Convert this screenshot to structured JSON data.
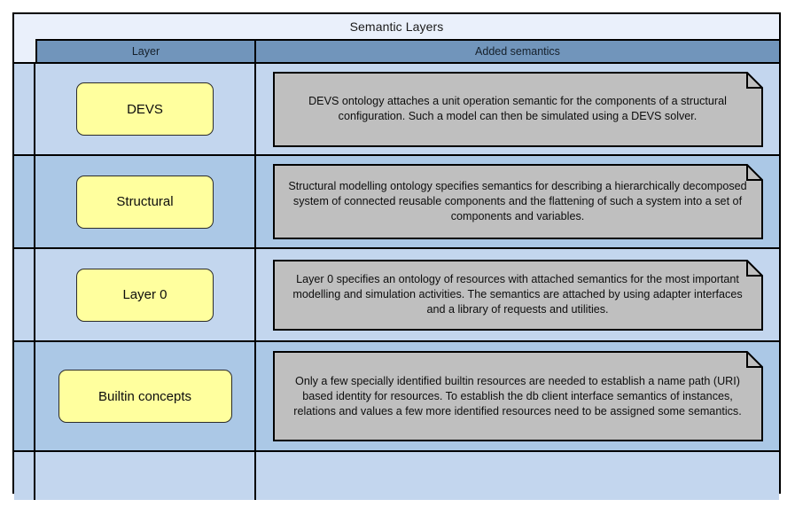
{
  "diagram": {
    "title": "Semantic Layers",
    "columns": {
      "layer": "Layer",
      "added_semantics": "Added semantics"
    },
    "colors": {
      "frame_border": "#000000",
      "title_band": "#eaf0fb",
      "header_blue": "#7195bb",
      "row_shade_light": "#c3d6ee",
      "row_shade_dark": "#abc8e6",
      "layer_box_fill": "#ffff9e",
      "note_fill": "#bfbfbf"
    },
    "rows": [
      {
        "layer": "DEVS",
        "semantics": "DEVS ontology attaches a unit operation semantic for the components of a structural configuration. Such a model can then be simulated using a DEVS solver."
      },
      {
        "layer": "Structural",
        "semantics": "Structural modelling ontology specifies semantics for describing a hierarchically decomposed system of connected reusable components and the flattening of such a system into a set of components and variables."
      },
      {
        "layer": "Layer 0",
        "semantics": "Layer 0 specifies an ontology of resources with attached semantics for the most important modelling and simulation activities. The semantics are attached by using adapter interfaces and a library of requests and utilities."
      },
      {
        "layer": "Builtin concepts",
        "semantics": "Only a few specially identified builtin resources are needed to establish a name path (URI) based identity for resources. To establish the db client interface semantics of instances, relations and values a few more identified resources need to be assigned some semantics."
      },
      {
        "layer": "",
        "semantics": ""
      }
    ]
  }
}
